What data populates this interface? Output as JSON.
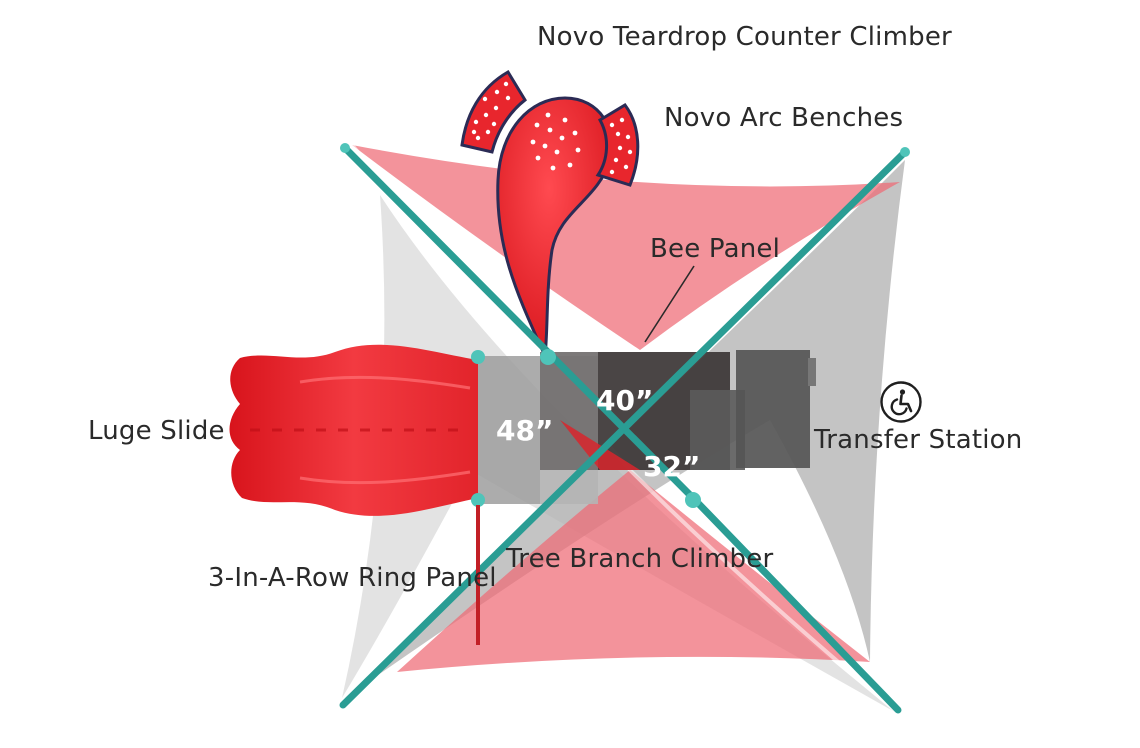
{
  "labels": {
    "teardrop": "Novo Teardrop Counter Climber",
    "benches": "Novo Arc Benches",
    "bee_panel": "Bee Panel",
    "luge_slide": "Luge Slide",
    "transfer_station": "Transfer Station",
    "tree_branch": "Tree Branch Climber",
    "ring_panel": "3-In-A-Row Ring Panel"
  },
  "dimensions": {
    "deck_48": "48”",
    "deck_40": "40”",
    "deck_32": "32”"
  },
  "colors": {
    "shade_red": "#f07d86",
    "shade_gray": "#b9b9b9",
    "post_teal": "#2aa39a",
    "component_red": "#e8262d",
    "deck_dark": "#3a3a3a"
  },
  "icons": {
    "accessibility": "wheelchair-icon"
  }
}
